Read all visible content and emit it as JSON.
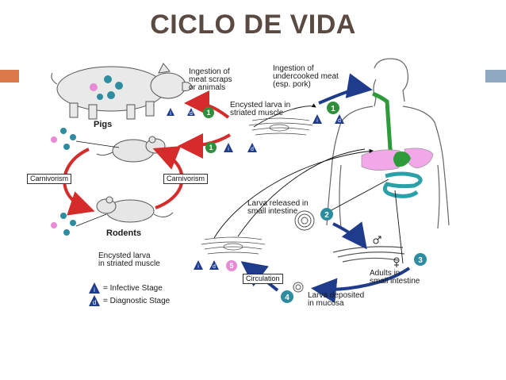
{
  "slide": {
    "title": "CICLO DE VIDA",
    "accent_colors": {
      "left": "#d9794a",
      "right": "#8fa9c3"
    }
  },
  "diagram": {
    "hosts": {
      "pigs": "Pigs",
      "rodents": "Rodents"
    },
    "labels": {
      "ingestion_scraps": "Ingestion of\nmeat scraps\nor animals",
      "ingestion_meat": "Ingestion of\nundercooked meat\n(esp. pork)",
      "encysted_top": "Encysted larva in\nstriated muscle",
      "larva_released": "Larva released in\nsmall intestine",
      "encysted_bottom": "Encysted larva\nin striated muscle",
      "adults": "Adults in\nsmall intestine",
      "larva_deposited": "Larva deposited\nin mucosa",
      "carnivorism_left": "Carnivorism",
      "carnivorism_right": "Carnivorism",
      "circulation": "Circulation"
    },
    "legend": {
      "infective": "= Infective Stage",
      "diagnostic": "= Diagnostic Stage",
      "i_symbol": "i",
      "d_symbol": "d"
    },
    "step_numbers": [
      "1",
      "2",
      "3",
      "4",
      "5"
    ],
    "colors": {
      "red_arrow": "#d62b2b",
      "blue_arrow": "#1f3c8c",
      "green_step": "#2f8f3a",
      "teal_step": "#2d8ca0",
      "pink_step": "#e98ad6",
      "stomach_pink": "#f2a7e8",
      "intestine_teal": "#2aa0a8",
      "esophagus_green": "#2d9b3a"
    }
  }
}
